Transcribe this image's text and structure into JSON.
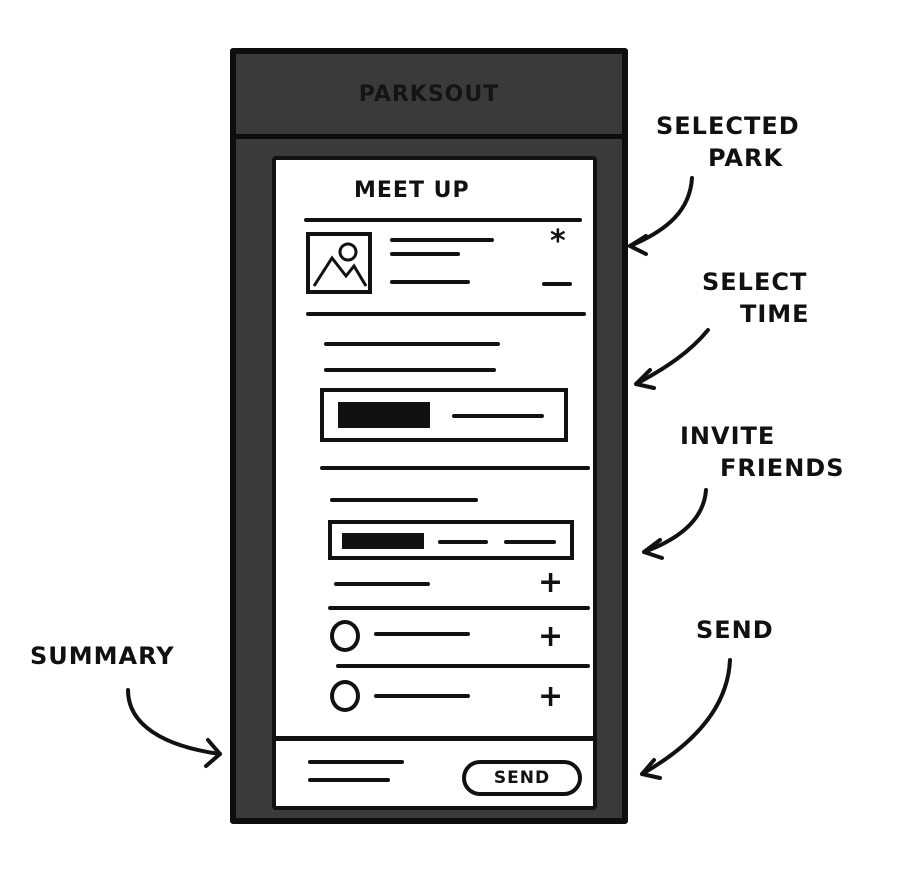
{
  "app": {
    "title": "PARKSOUT"
  },
  "screen": {
    "title": "MEET UP",
    "park": {
      "rating_icon": "star-icon",
      "thumbnail": "landscape-image-icon"
    },
    "send_button": "SEND"
  },
  "annotations": {
    "selected_park": [
      "SELECTED",
      "PARK"
    ],
    "select_time": [
      "SELECT",
      "TIME"
    ],
    "invite_friends": [
      "INVITE",
      "FRIENDS"
    ],
    "send": "SEND",
    "summary": "SUMMARY"
  }
}
